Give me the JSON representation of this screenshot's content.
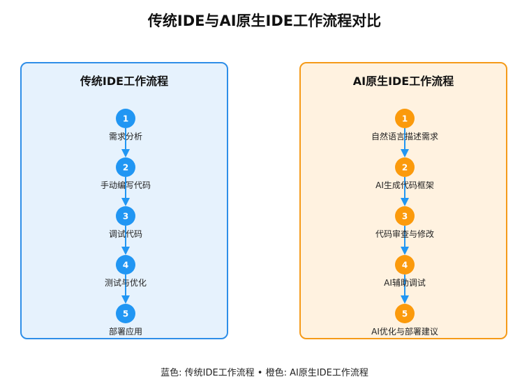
{
  "title": "传统IDE与AI原生IDE工作流程对比",
  "colors": {
    "traditional_accent": "#2196f3",
    "traditional_border": "#2e8ee8",
    "traditional_bg": "#e6f2fd",
    "ai_accent": "#fb9a0c",
    "ai_border": "#f59a18",
    "ai_bg": "#fff2e0",
    "arrow": "#2196f3"
  },
  "panels": [
    {
      "id": "traditional",
      "title": "传统IDE工作流程",
      "steps": [
        {
          "num": "1",
          "label": "需求分析"
        },
        {
          "num": "2",
          "label": "手动编写代码"
        },
        {
          "num": "3",
          "label": "调试代码"
        },
        {
          "num": "4",
          "label": "测试与优化"
        },
        {
          "num": "5",
          "label": "部署应用"
        }
      ]
    },
    {
      "id": "ai",
      "title": "AI原生IDE工作流程",
      "steps": [
        {
          "num": "1",
          "label": "自然语言描述需求"
        },
        {
          "num": "2",
          "label": "AI生成代码框架"
        },
        {
          "num": "3",
          "label": "代码审查与修改"
        },
        {
          "num": "4",
          "label": "AI辅助调试"
        },
        {
          "num": "5",
          "label": "AI优化与部署建议"
        }
      ]
    }
  ],
  "legend": {
    "text": "蓝色: 传统IDE工作流程 • 橙色: AI原生IDE工作流程"
  }
}
